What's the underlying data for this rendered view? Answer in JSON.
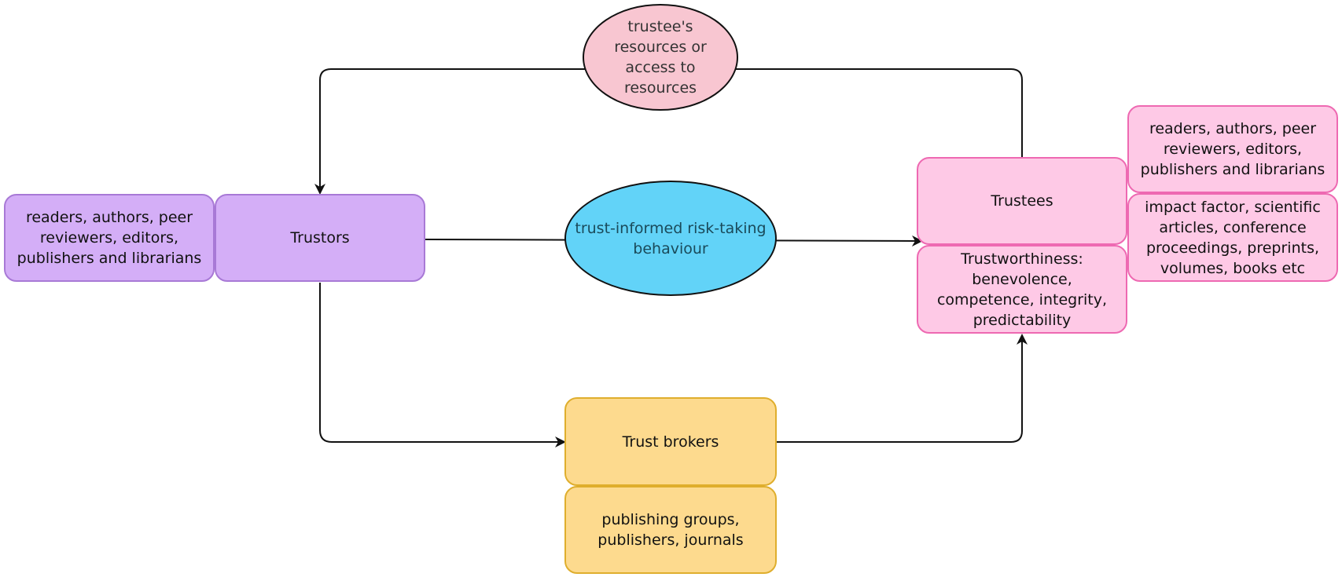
{
  "nodes": {
    "trustors_examples": "readers, authors, peer reviewers, editors, publishers and librarians",
    "trustors": "Trustors",
    "trustees": "Trustees",
    "trustees_examples_people": "readers, authors, peer reviewers, editors, publishers and librarians",
    "trustees_examples_objects": "impact factor, scientific articles, conference proceedings, preprints, volumes, books etc",
    "trustworthiness": "Trustworthiness: benevolence, competence, integrity, predictability",
    "trust_brokers": "Trust brokers",
    "trust_brokers_examples": "publishing groups, publishers, journals"
  },
  "ellipses": {
    "resources": "trustee's resources or access to resources",
    "risk_taking": "trust-informed risk-taking behaviour"
  },
  "colors": {
    "purple_fill": "#d4aef7",
    "pink_fill": "#fec9e6",
    "yellow_fill": "#fdda8e",
    "ellipse_pink_fill": "#f8c6d1",
    "ellipse_blue_fill": "#62d3f8",
    "connector": "#111111"
  }
}
